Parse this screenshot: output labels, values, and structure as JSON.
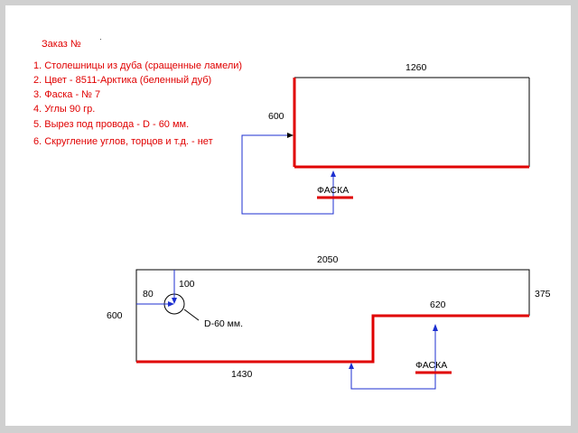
{
  "order": {
    "title": "Заказ №",
    "mark": "·",
    "items": [
      "1. Столешницы из дуба (сращенные ламели)",
      "2. Цвет - 8511-Арктика (беленный дуб)",
      "3. Фаска - № 7",
      "4. Углы 90 гр.",
      "5. Вырез под провода - D - 60 мм.",
      "6. Скругление углов, торцов и т.д. - нет"
    ]
  },
  "colors": {
    "red": "#e00000",
    "blue": "#1c2fd0",
    "black": "#000000",
    "border": "#d0d0d0"
  },
  "top_panel": {
    "width_label": "1260",
    "depth_label": "600",
    "chamfer_label": "ФАСКА"
  },
  "bottom_panel": {
    "width_label": "2050",
    "depth_label": "600",
    "right_depth_label": "375",
    "step_width_label": "620",
    "bottom_width_label": "1430",
    "hole_x_label": "80",
    "hole_y_label": "100",
    "hole_label": "D-60 мм.",
    "chamfer_label": "ФАСКА"
  }
}
